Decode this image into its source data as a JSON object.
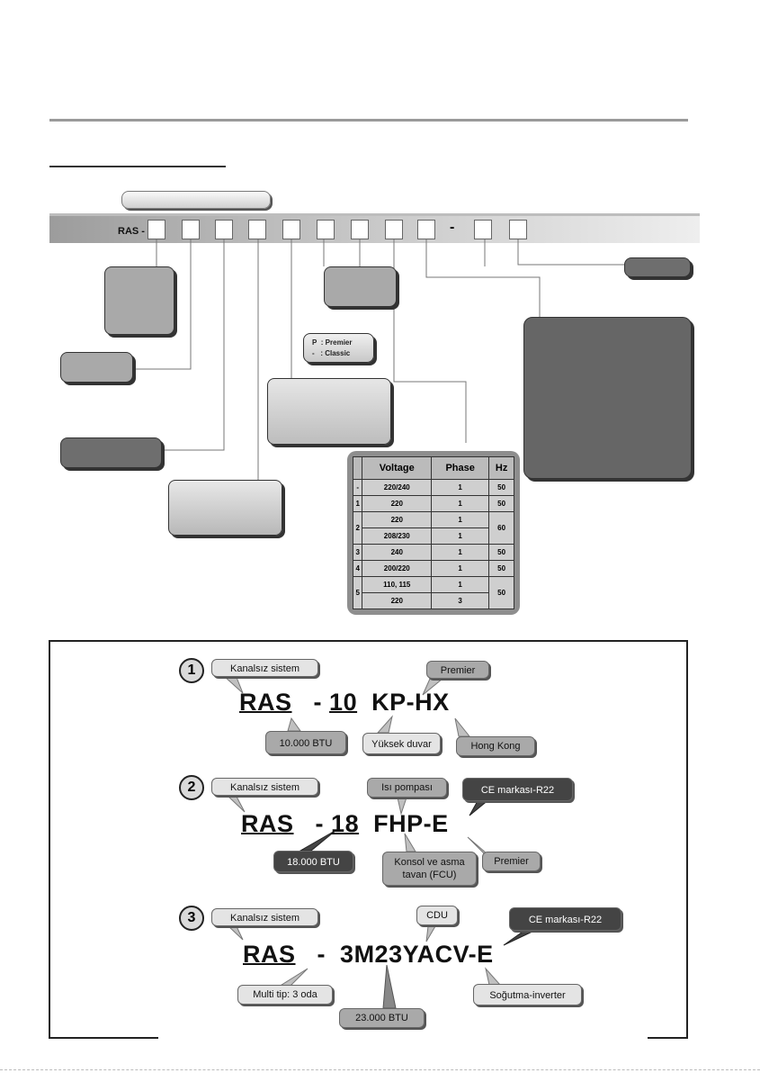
{
  "header": {
    "bar_label": ""
  },
  "code_bar": {
    "prefix": "RAS",
    "separator": "-"
  },
  "plan_box": {
    "p_code": "P",
    "p_label": ": Premier",
    "dash_code": "-",
    "classic_label": ": Classic"
  },
  "voltage_table": {
    "headers": [
      "",
      "Voltage",
      "Phase",
      "Hz"
    ],
    "rows": [
      {
        "code": "-",
        "voltage": "220/240",
        "phase": "1",
        "hz": "50"
      },
      {
        "code": "1",
        "voltage": "220",
        "phase": "1",
        "hz": "50"
      },
      {
        "code": "2",
        "voltage": "220",
        "phase": "1",
        "hz": "60"
      },
      {
        "code": "",
        "voltage": "208/230",
        "phase": "1",
        "hz": ""
      },
      {
        "code": "3",
        "voltage": "240",
        "phase": "1",
        "hz": "50"
      },
      {
        "code": "4",
        "voltage": "200/220",
        "phase": "1",
        "hz": "50"
      },
      {
        "code": "5",
        "voltage": "110,  115",
        "phase": "1",
        "hz": "50"
      },
      {
        "code": "",
        "voltage": "220",
        "phase": "3",
        "hz": ""
      }
    ]
  },
  "examples": [
    {
      "number": "1",
      "code": {
        "a": "RAS",
        "b": "-",
        "c": "10",
        "d": "KP-HX"
      },
      "callouts": {
        "system": "Kanalsız sistem",
        "plan": "Premier",
        "capacity": "10.000 BTU",
        "type": "Yüksek duvar",
        "region": "Hong Kong"
      }
    },
    {
      "number": "2",
      "code": {
        "a": "RAS",
        "b": "-",
        "c": "18",
        "d": "FHP-E"
      },
      "callouts": {
        "system": "Kanalsız sistem",
        "heat": "Isı pompası",
        "ce": "CE markası-R22",
        "capacity": "18.000 BTU",
        "type_line1": "Konsol ve asma",
        "type_line2": "tavan (FCU)",
        "plan": "Premier"
      }
    },
    {
      "number": "3",
      "code": {
        "a": "RAS",
        "b": "-",
        "c": "3M23YACV-E"
      },
      "callouts": {
        "system": "Kanalsız sistem",
        "cdu": "CDU",
        "ce": "CE markası-R22",
        "multi": "Multi tip: 3 oda",
        "capacity": "23.000 BTU",
        "cooling": "Soğutma-inverter"
      }
    }
  ]
}
